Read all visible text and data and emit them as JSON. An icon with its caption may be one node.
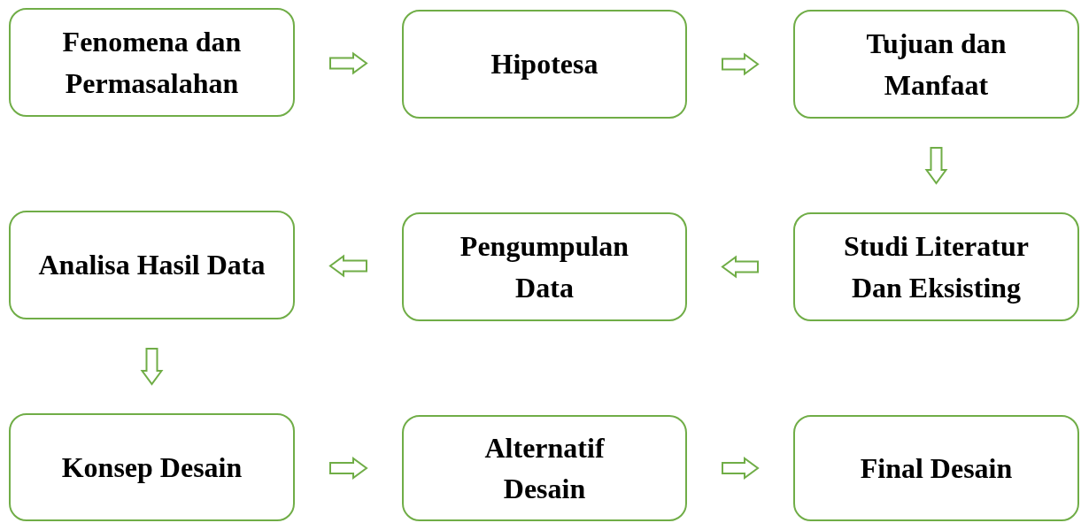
{
  "diagram": {
    "nodes": [
      {
        "text": [
          "Fenomena dan Permasalahan"
        ]
      },
      {
        "text": [
          "Hipotesa"
        ]
      },
      {
        "text": [
          "Tujuan dan Manfaat"
        ]
      },
      {
        "text": [
          "Analisa Hasil Data"
        ]
      },
      {
        "text": [
          "Pengumpulan Data"
        ]
      },
      {
        "text": [
          "Studi Literatur Dan Eksisting"
        ]
      },
      {
        "text": [
          "Konsep Desain"
        ]
      },
      {
        "text": [
          "Alternatif Desain"
        ]
      },
      {
        "text": [
          "Final Desain"
        ]
      }
    ],
    "edges": [
      {
        "from": 0,
        "to": 1,
        "arrow": "to"
      },
      {
        "from": 1,
        "to": 2,
        "arrow": "to"
      },
      {
        "from": 2,
        "to": 5,
        "arrow": "to"
      },
      {
        "from": 5,
        "to": 4,
        "arrow": "to"
      },
      {
        "from": 4,
        "to": 3,
        "arrow": "to"
      },
      {
        "from": 3,
        "to": 6,
        "arrow": "to"
      },
      {
        "from": 6,
        "to": 7,
        "arrow": "to"
      },
      {
        "from": 7,
        "to": 8,
        "arrow": "to"
      }
    ]
  }
}
